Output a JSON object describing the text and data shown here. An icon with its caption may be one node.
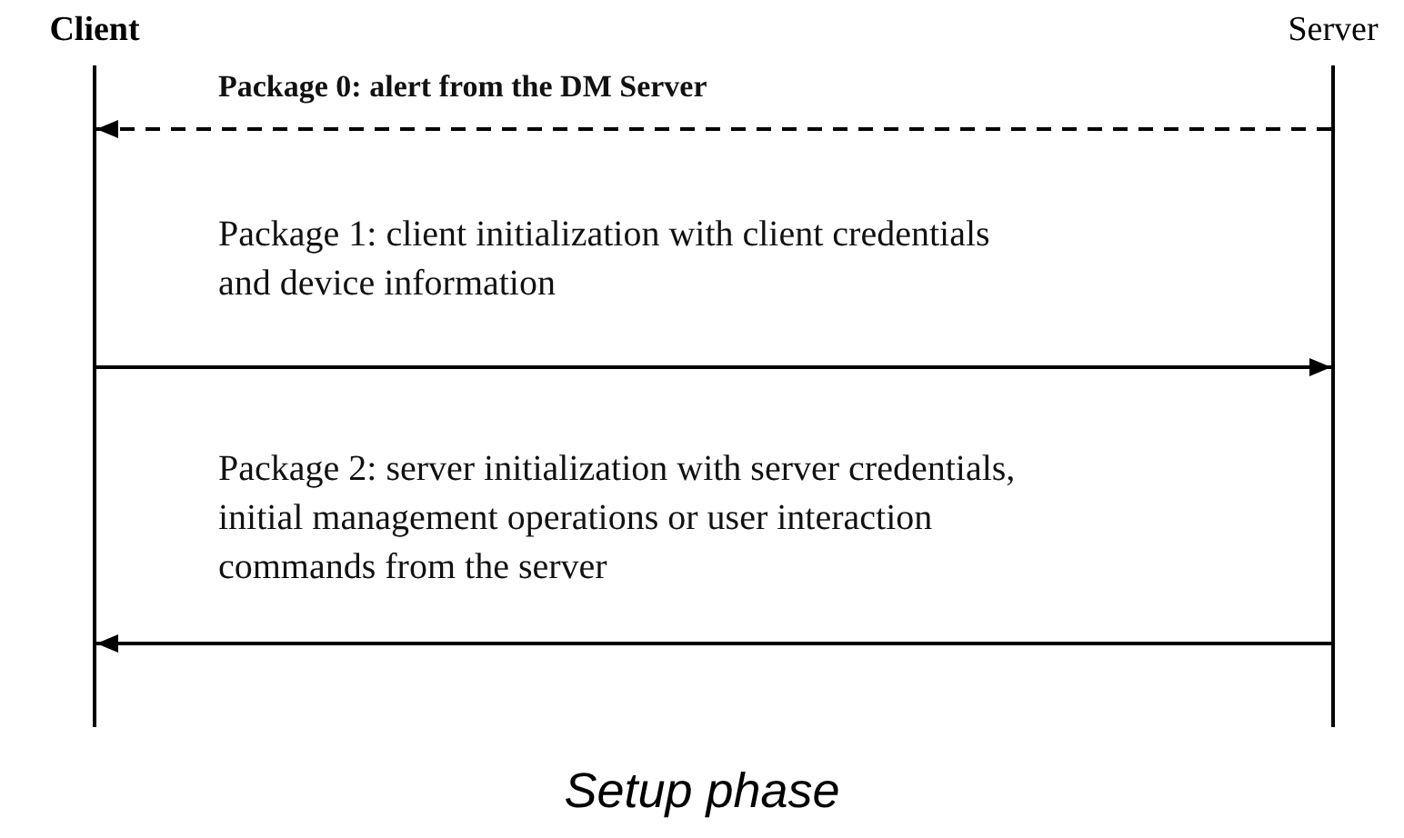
{
  "diagram": {
    "caption": "Setup phase",
    "nodes": [
      {
        "text": [
          "Client"
        ]
      },
      {
        "text": [
          "Server"
        ]
      }
    ],
    "edges": [
      {
        "from": 1,
        "to": 0,
        "arrow": "to",
        "style": "dashed",
        "label": "Package 0: alert from the DM Server"
      },
      {
        "from": 0,
        "to": 1,
        "arrow": "to",
        "label": "Package 1: client initialization with client credentials and device information"
      },
      {
        "from": 1,
        "to": 0,
        "arrow": "to",
        "label": "Package 2: server initialization with server credentials, initial management operations or user interaction commands from the server"
      }
    ]
  }
}
